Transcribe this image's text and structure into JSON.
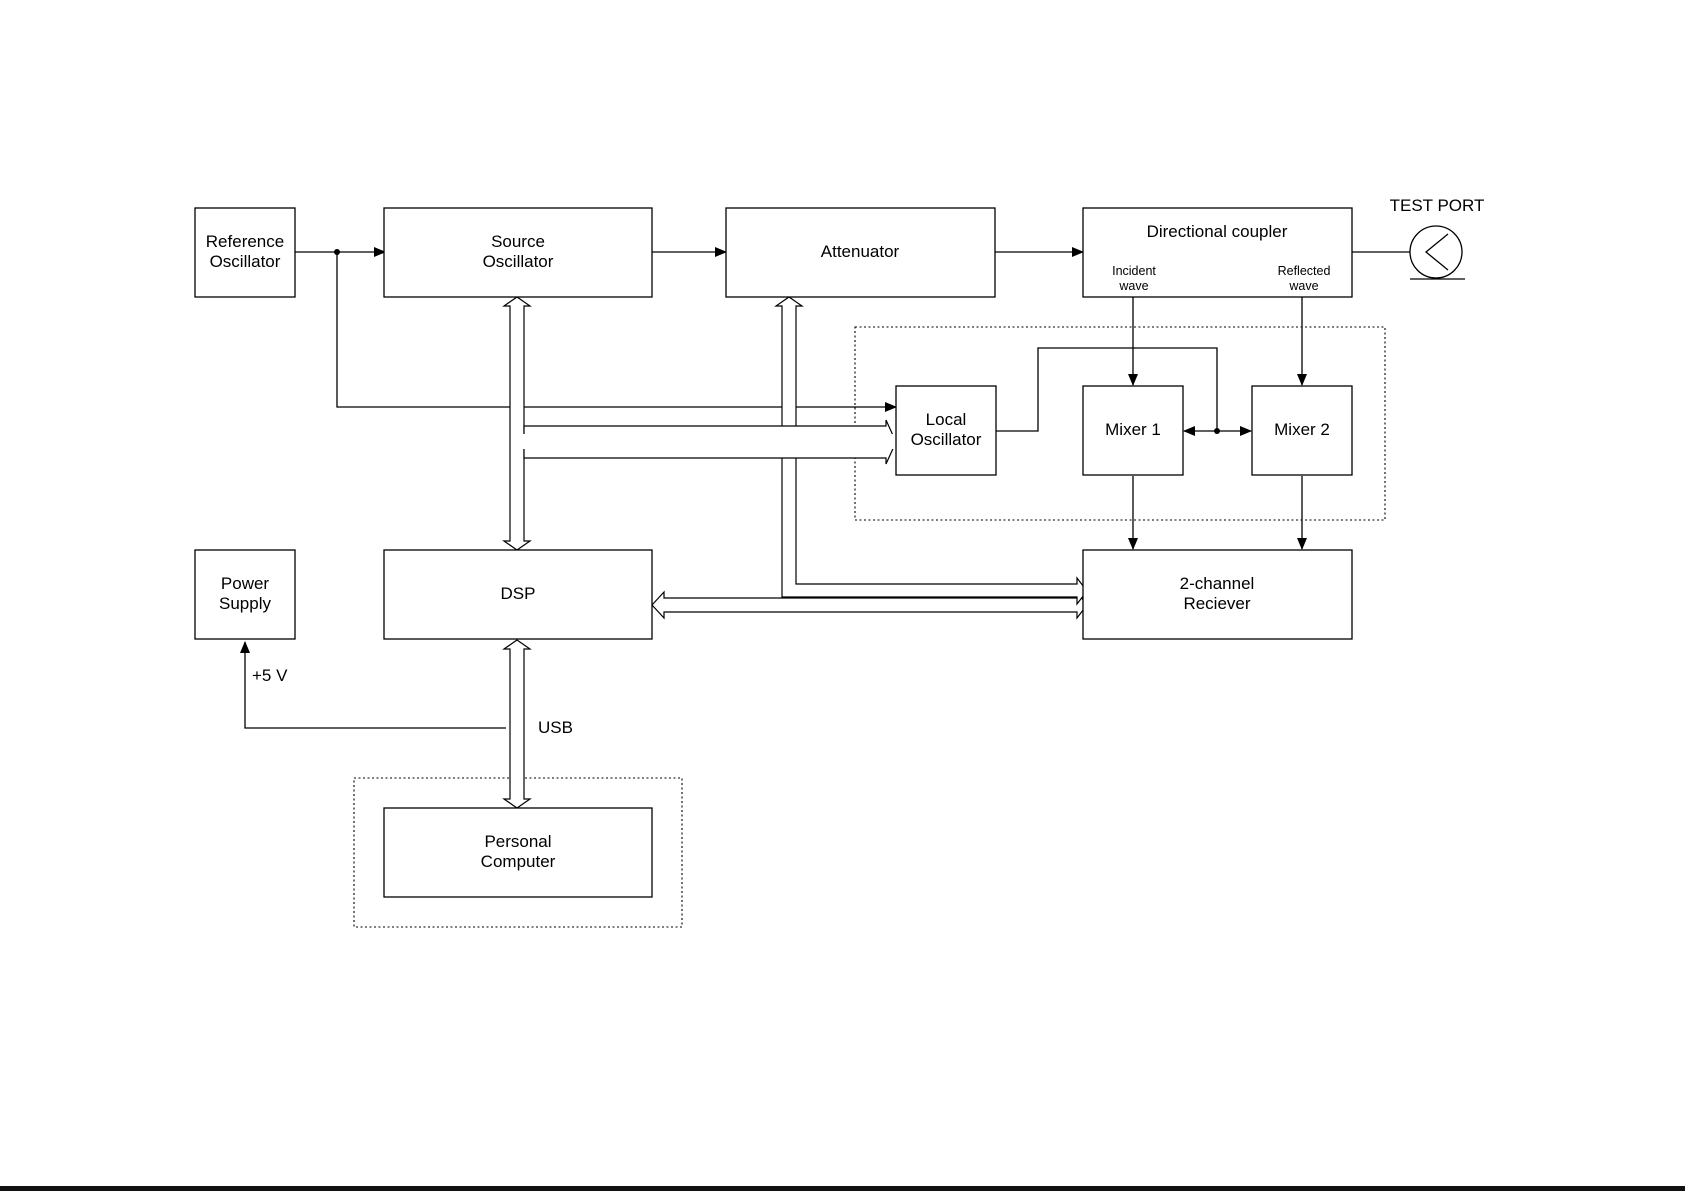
{
  "blocks": {
    "reference_oscillator": [
      "Reference",
      "Oscillator"
    ],
    "source_oscillator": [
      "Source",
      "Oscillator"
    ],
    "attenuator": [
      "Attenuator"
    ],
    "directional_coupler": [
      "Directional coupler"
    ],
    "incident_wave": [
      "Incident",
      "wave"
    ],
    "reflected_wave": [
      "Reflected",
      "wave"
    ],
    "local_oscillator": [
      "Local",
      "Oscillator"
    ],
    "mixer_1": [
      "Mixer 1"
    ],
    "mixer_2": [
      "Mixer 2"
    ],
    "power_supply": [
      "Power",
      "Supply"
    ],
    "dsp": [
      "DSP"
    ],
    "receiver": [
      "2-channel",
      "Reciever"
    ],
    "personal_computer": [
      "Personal",
      "Computer"
    ]
  },
  "labels": {
    "test_port": "TEST PORT",
    "plus5v": "+5 V",
    "usb": "USB"
  }
}
